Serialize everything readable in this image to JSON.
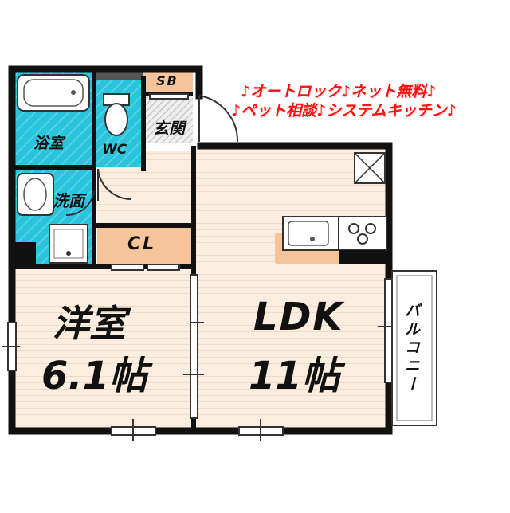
{
  "promo": {
    "line1": "♪オートロック♪ネット無料♪",
    "line2": "♪ペット相談♪システムキッチン♪"
  },
  "rooms": {
    "bath": "浴室",
    "wc": "WC",
    "sb": "SB",
    "entrance": "玄関",
    "washroom": "洗面",
    "closet": "CL",
    "western_name": "洋室",
    "western_size": "6.1帖",
    "ldk_name": "LDK",
    "ldk_size": "11帖",
    "balcony": "バルコニー"
  },
  "colors": {
    "wet_area": "#2ac5dc",
    "floor_warm": "#fbeee0",
    "wood": "#f5c49a",
    "wall": "#111111",
    "promo_text": "#ff1010"
  }
}
